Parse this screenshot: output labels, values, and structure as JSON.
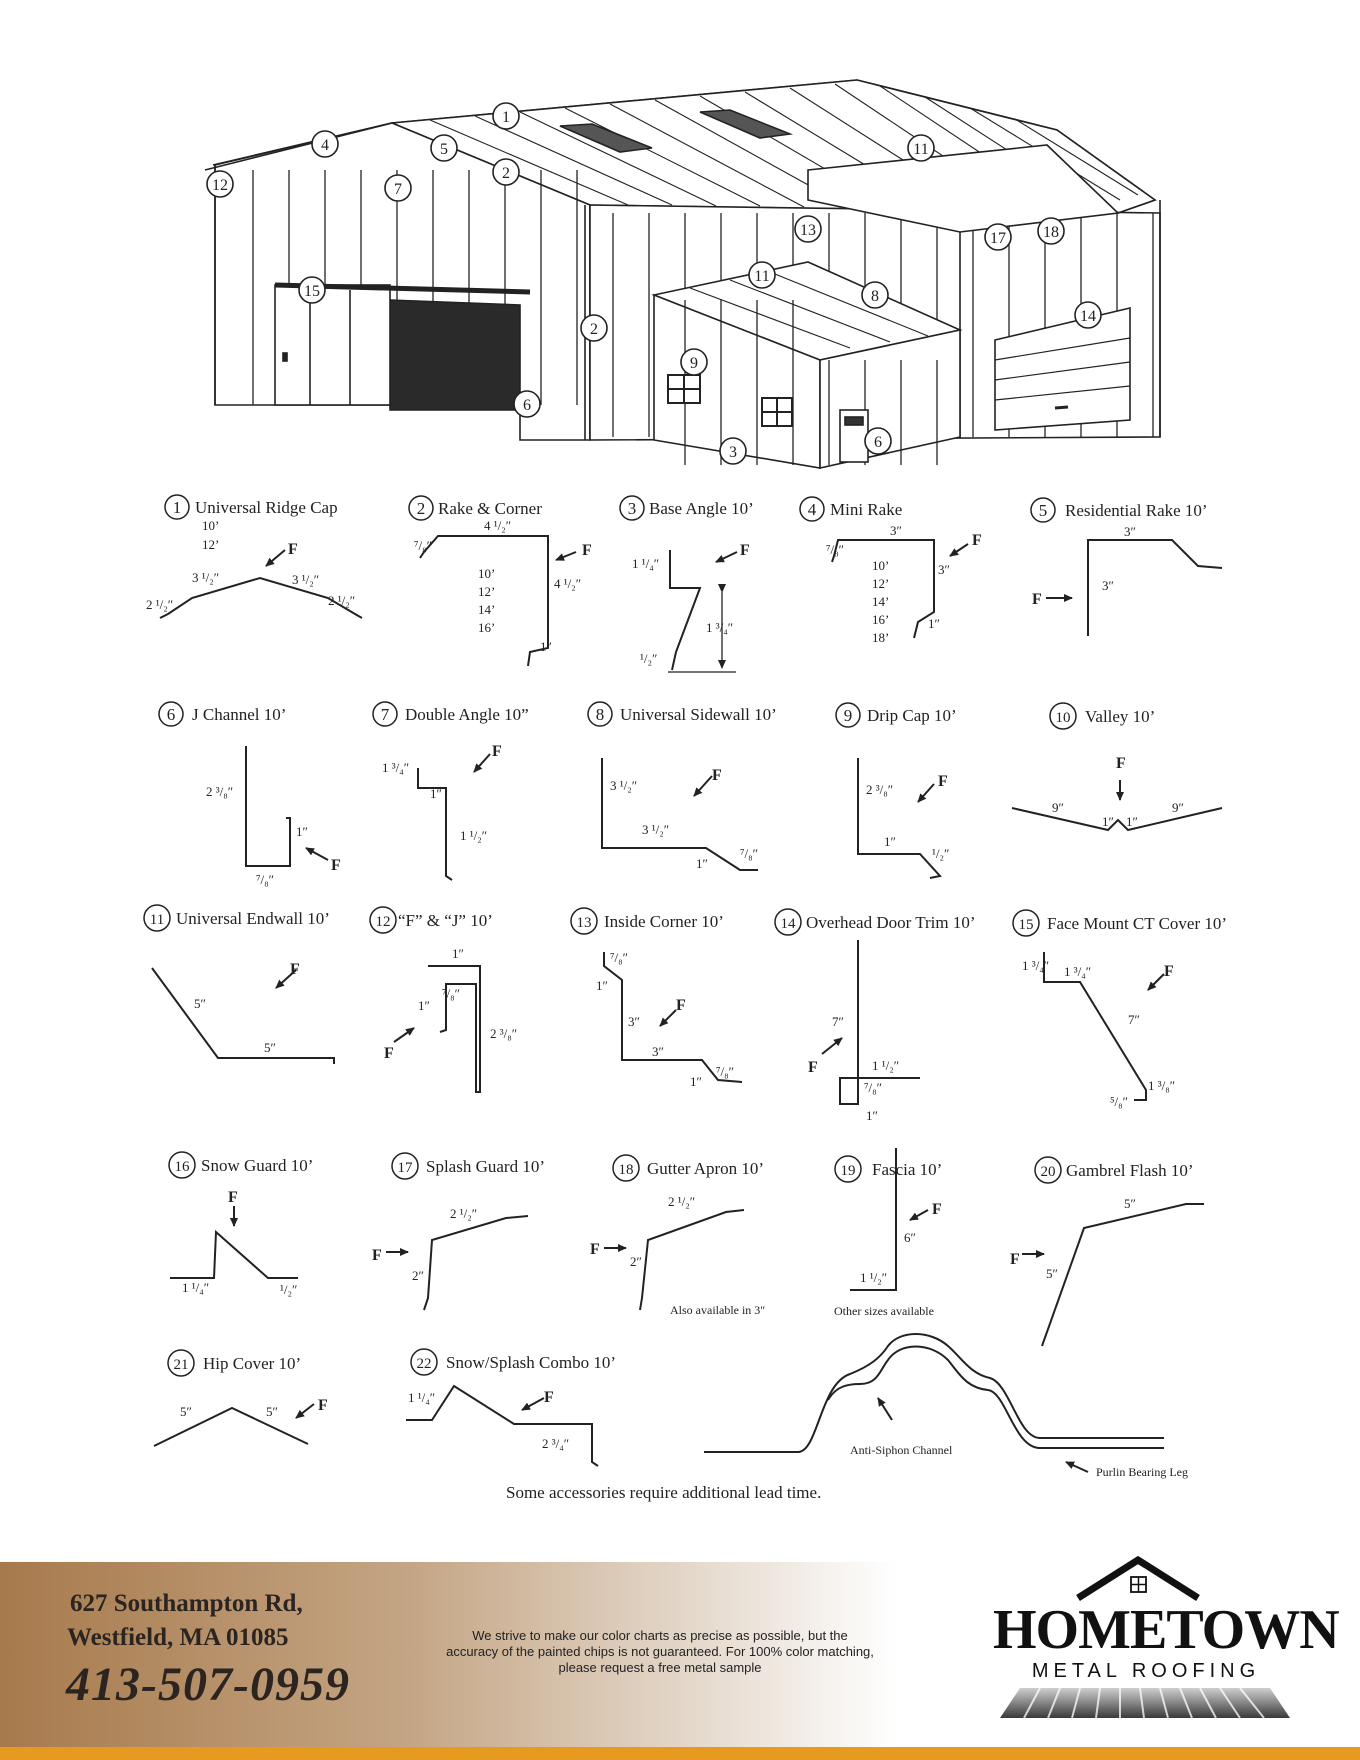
{
  "callouts": [
    "1",
    "2",
    "3",
    "4",
    "5",
    "6",
    "7",
    "8",
    "9",
    "10",
    "11",
    "12",
    "13",
    "14",
    "15",
    "16",
    "17",
    "18",
    "19",
    "20",
    "21",
    "22"
  ],
  "items": [
    {
      "num": "1",
      "name": "Universal Ridge Cap"
    },
    {
      "num": "2",
      "name": "Rake & Corner"
    },
    {
      "num": "3",
      "name": "Base Angle 10’"
    },
    {
      "num": "4",
      "name": "Mini Rake"
    },
    {
      "num": "5",
      "name": "Residential Rake 10’"
    },
    {
      "num": "6",
      "name": "J Channel 10’"
    },
    {
      "num": "7",
      "name": "Double Angle 10”"
    },
    {
      "num": "8",
      "name": "Universal Sidewall 10’"
    },
    {
      "num": "9",
      "name": "Drip Cap 10’"
    },
    {
      "num": "10",
      "name": "Valley 10’"
    },
    {
      "num": "11",
      "name": "Universal Endwall 10’"
    },
    {
      "num": "12",
      "name": "“F” & “J” 10’"
    },
    {
      "num": "13",
      "name": "Inside Corner 10’"
    },
    {
      "num": "14",
      "name": "Overhead Door Trim 10’"
    },
    {
      "num": "15",
      "name": "Face Mount CT Cover 10’"
    },
    {
      "num": "16",
      "name": "Snow Guard 10’"
    },
    {
      "num": "17",
      "name": "Splash Guard 10’"
    },
    {
      "num": "18",
      "name": "Gutter Apron 10’"
    },
    {
      "num": "19",
      "name": "Fascia 10’"
    },
    {
      "num": "20",
      "name": "Gambrel Flash 10’"
    },
    {
      "num": "21",
      "name": "Hip Cover 10’"
    },
    {
      "num": "22",
      "name": "Snow/Splash Combo 10’"
    }
  ],
  "dims": {
    "p1": [
      "10’",
      "12’",
      "3 ¹/₂″",
      "3 ¹/₂″",
      "2 ¹/₂″",
      "2 ¹/₂″"
    ],
    "p2": [
      "4 ¹/₂″",
      "⁷/₈″",
      "10’",
      "12’",
      "14’",
      "16’",
      "4 ¹/₂″",
      "1″"
    ],
    "p3": [
      "1 ¹/₄″",
      "1 ³/₄″",
      "¹/₂″"
    ],
    "p4": [
      "3″",
      "⁷/₈″",
      "10’",
      "12’",
      "14’",
      "16’",
      "18’",
      "3″",
      "1″"
    ],
    "p5": [
      "3″",
      "3″"
    ],
    "p6": [
      "2 ³/₈″",
      "1″",
      "⁷/₈″"
    ],
    "p7": [
      "1 ³/₄″",
      "1″",
      "1 ¹/₂″"
    ],
    "p8": [
      "3 ¹/₂″",
      "3 ¹/₂″",
      "1″",
      "⁷/₈″"
    ],
    "p9": [
      "2 ³/₈″",
      "1″",
      "¹/₂″"
    ],
    "p10": [
      "9″",
      "1″",
      "1″",
      "9″"
    ],
    "p11": [
      "5″",
      "5″"
    ],
    "p12": [
      "1″",
      "⁷/₈″",
      "1″",
      "2 ³/₈″"
    ],
    "p13": [
      "⁷/₈″",
      "1″",
      "3″",
      "3″",
      "1″",
      "⁷/₈″"
    ],
    "p14": [
      "7″",
      "1 ¹/₂″",
      "⁷/₈″",
      "1″"
    ],
    "p15": [
      "1 ³/₄″",
      "1 ³/₄″",
      "7″",
      "1 ³/₈″",
      "⁵/₈″"
    ],
    "p16": [
      "1 ¹/₄″",
      "¹/₂″"
    ],
    "p17": [
      "2 ¹/₂″",
      "2″"
    ],
    "p18": [
      "2 ¹/₂″",
      "2″"
    ],
    "p19": [
      "6″",
      "1 ¹/₂″"
    ],
    "p20": [
      "5″",
      "5″"
    ],
    "p21": [
      "5″",
      "5″"
    ],
    "p22": [
      "1 ¹/₄″",
      "2 ³/₄″"
    ]
  },
  "force_label": "F",
  "notes": {
    "gutter_apron": "Also available in 3″",
    "fascia": "Other sizes available",
    "anti_siphon": "Anti-Siphon Channel",
    "purlin": "Purlin Bearing Leg",
    "lead_time": "Some accessories require additional lead time."
  },
  "footer": {
    "address_line1": "627 Southampton Rd,",
    "address_line2": "Westfield, MA 01085",
    "phone": "413-507-0959",
    "disclaimer": "We strive to make our color charts as precise as possible, but the accuracy of the painted chips is not guaranteed. For 100% color matching, please request a free metal sample",
    "brand_name": "HOMETOWN",
    "brand_sub": "METAL ROOFING"
  },
  "colors": {
    "footer_brown": "#a77a4c",
    "footer_stripe": "#e69a1f",
    "ink": "#222222"
  }
}
